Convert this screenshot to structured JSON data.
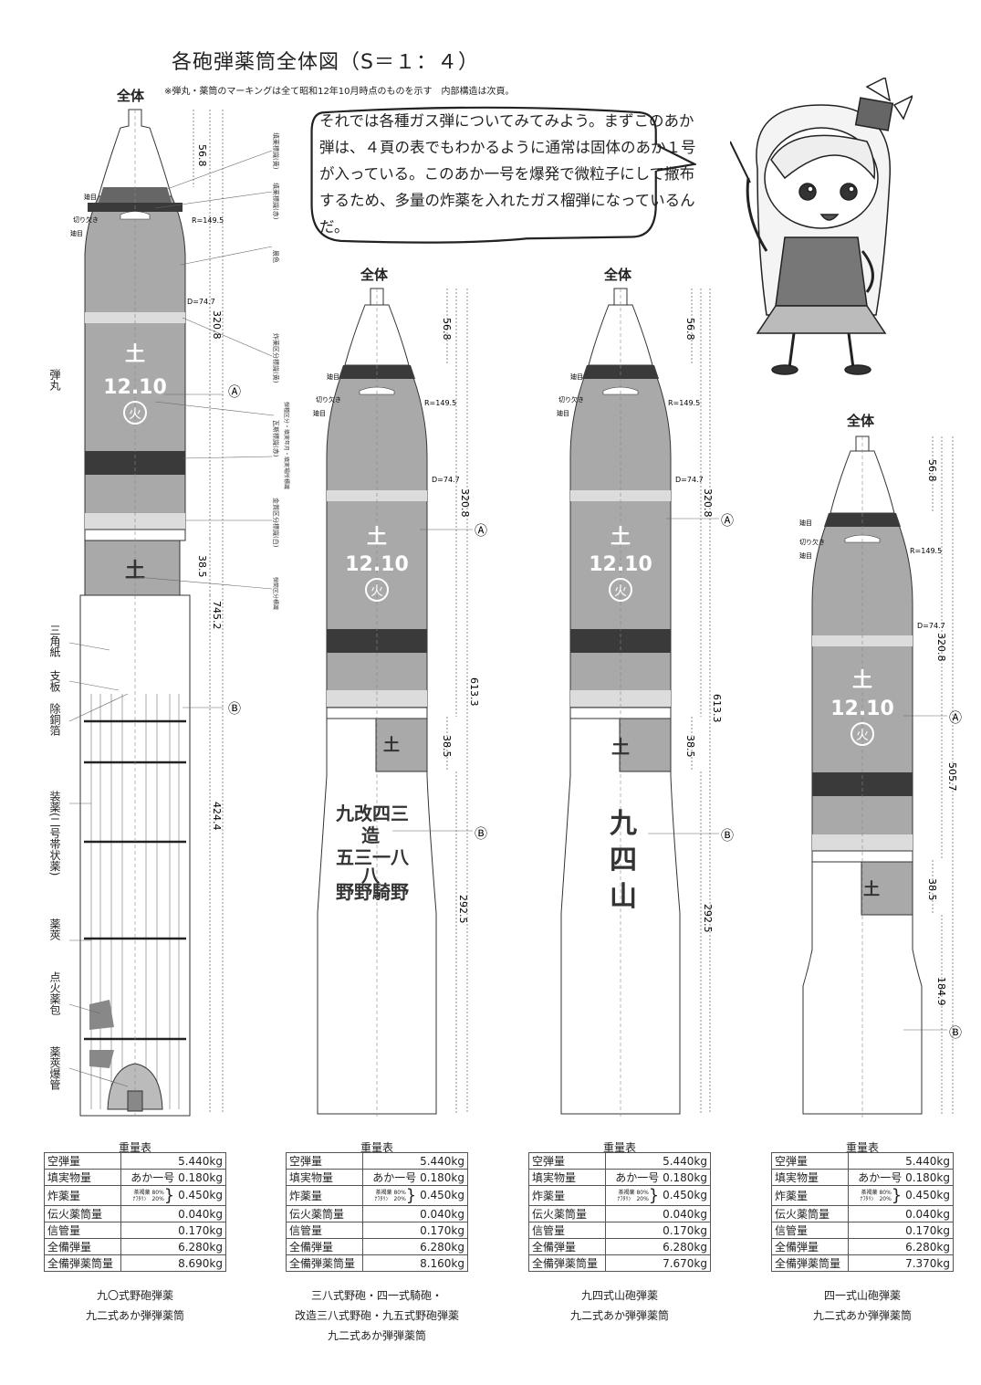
{
  "title": "各砲弾薬筒全体図（S＝１：４）",
  "note": "※弾丸・薬筒のマーキングは全て昭和12年10月時点のものを示す　内部構造は次頁。",
  "header_label": "全体",
  "bubble_text": "それでは各種ガス弾についてみてみよう。まずこのあか弾は、４頁の表でもわかるように通常は固体のあか１号が入っている。このあか一号を爆発で微粒子にして撒布するため、多量の炸薬を入れたガス榴弾になっているんだ。",
  "shell_marks": {
    "kanji": "土",
    "date": "12.10",
    "fire": "火",
    "circle_a": "Ⓐ",
    "circle_b": "Ⓑ"
  },
  "part_labels": {
    "bomb": "弾丸",
    "sankaku": "三角紙",
    "shiban": "支板",
    "jodou": "除銅箔",
    "souyaku": "装薬(二号帯状薬)",
    "yakkyo": "薬莢",
    "tenka": "点火薬包",
    "raikan": "薬莢爆管"
  },
  "small_labels": {
    "daimoku": "廸目",
    "kirikaki": "切り欠き",
    "radius": "R=149.5",
    "diameter": "D=74.7"
  },
  "side_labels": [
    "填薬標識(黄)",
    "填薬標識(赤)",
    "晨色",
    "炸薬区分標識(黄)",
    "弾種区分・填実年月・填実場所標識",
    "瓦斯標識(赤)",
    "金質区分標識(白)",
    "弾筒区分標識"
  ],
  "dims": {
    "s1": [
      "56.8",
      "320.8",
      "38.5",
      "745.2",
      "424.4"
    ],
    "s2": [
      "56.8",
      "320.8",
      "38.5",
      "613.3",
      "292.5"
    ],
    "s3": [
      "56.8",
      "320.8",
      "38.5",
      "613.3",
      "292.5"
    ],
    "s4": [
      "56.8",
      "320.8",
      "38.5",
      "505.7",
      "184.9"
    ]
  },
  "case_text_s2": [
    "九改四三",
    "造",
    "五三一八",
    "八",
    "野野騎野"
  ],
  "case_text_s3": [
    "九",
    "四",
    "山"
  ],
  "weight_table": {
    "title": "重量表",
    "rows": [
      {
        "label": "空弾量",
        "value": "5.440kg"
      },
      {
        "label": "填実物量",
        "sub": "あか一号",
        "value": "0.180kg"
      },
      {
        "label": "炸薬量",
        "mix1": "茶褐薬 80%",
        "mix2": "ﾅﾌﾀﾘﾝ　20%",
        "value": "0.450kg"
      },
      {
        "label": "伝火薬筒量",
        "value": "0.040kg"
      },
      {
        "label": "信管量",
        "value": "0.170kg"
      },
      {
        "label": "全備弾量",
        "value": "6.280kg"
      },
      {
        "label": "全備弾薬筒量",
        "value": ""
      }
    ],
    "totals": [
      "8.690kg",
      "8.160kg",
      "7.670kg",
      "7.370kg"
    ]
  },
  "captions": [
    [
      "九〇式野砲弾薬",
      "九二式あか弾弾薬筒"
    ],
    [
      "三八式野砲・四一式騎砲・",
      "改造三八式野砲・九五式野砲弾薬",
      "九二式あか弾弾薬筒"
    ],
    [
      "九四式山砲弾薬",
      "九二式あか弾弾薬筒"
    ],
    [
      "四一式山砲弾薬",
      "九二式あか弾弾薬筒"
    ]
  ],
  "colors": {
    "shell": "#a9a9a9",
    "band": "#3a3a3a",
    "light": "#dcdcdc"
  }
}
